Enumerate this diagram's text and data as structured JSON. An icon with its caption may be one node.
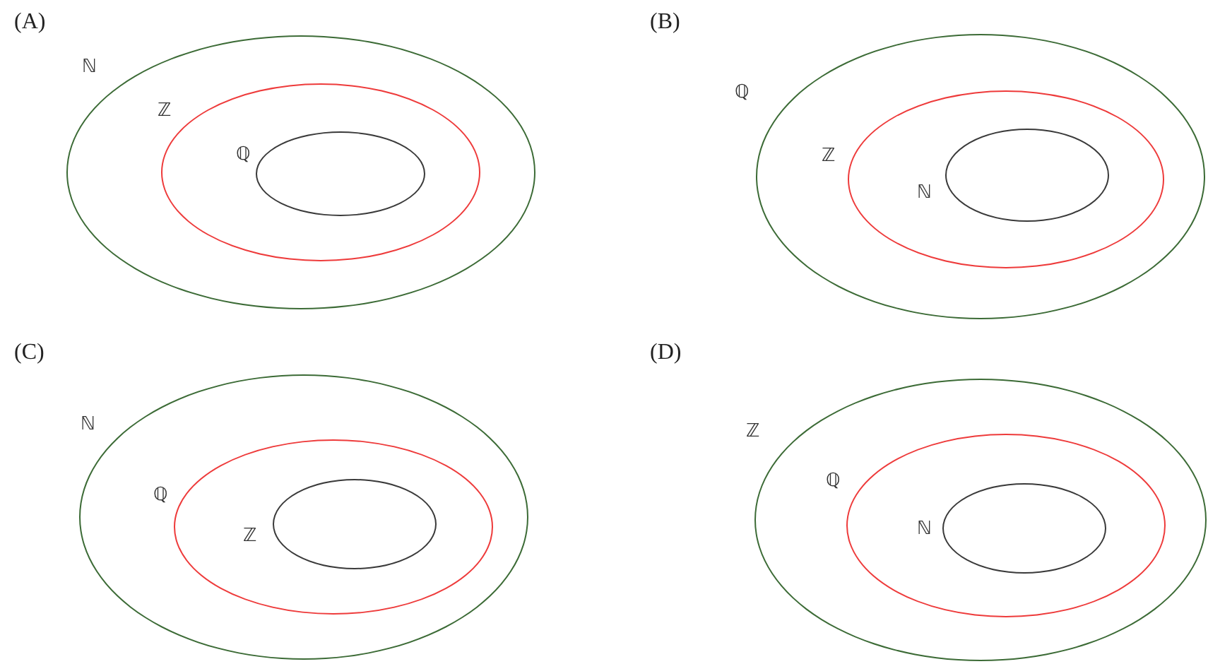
{
  "diagram": {
    "nodes": [
      {
        "text": [
          "ℕ"
        ]
      },
      {
        "text": [
          "ℤ"
        ],
        "in": 0
      },
      {
        "text": [
          "ℚ"
        ],
        "in": 1
      },
      {
        "text": [
          "ℚ"
        ]
      },
      {
        "text": [
          "ℤ"
        ],
        "in": 3
      },
      {
        "text": [
          "ℕ"
        ],
        "in": 4
      },
      {
        "text": [
          "ℕ"
        ]
      },
      {
        "text": [
          "ℚ"
        ],
        "in": 6
      },
      {
        "text": [
          "ℤ"
        ],
        "in": 7
      },
      {
        "text": [
          "ℤ"
        ]
      },
      {
        "text": [
          "ℚ"
        ],
        "in": 9
      },
      {
        "text": [
          "ℕ"
        ],
        "in": 10
      }
    ],
    "labels": [
      "(A)",
      "(B)",
      "(C)",
      "(D)"
    ]
  }
}
